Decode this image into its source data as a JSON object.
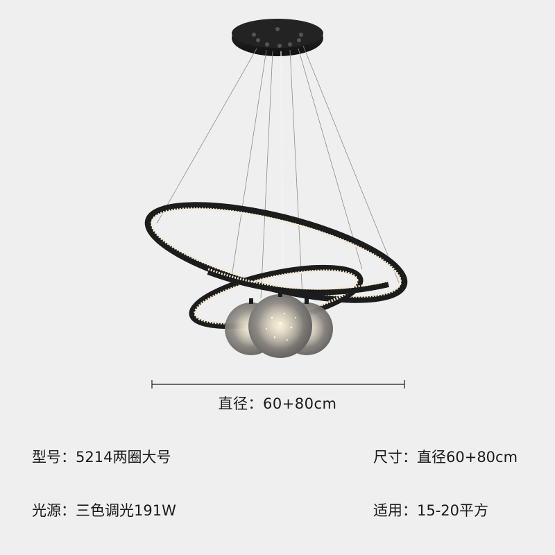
{
  "product": {
    "dimension_caption": "直径：60+80cm"
  },
  "specs": {
    "model": {
      "label": "型号：",
      "value": "5214两圈大号"
    },
    "size": {
      "label": "尺寸：",
      "value": "直径60+80cm"
    },
    "light_source": {
      "label": "光源：",
      "value": "三色调光191W"
    },
    "applicable": {
      "label": "适用：",
      "value": "15-20平方"
    }
  },
  "colors": {
    "background": "#efefef",
    "ring_black": "#1c1c1c",
    "crystal_glow": "#f5ecd8",
    "glass_globe": "#8a8886"
  }
}
